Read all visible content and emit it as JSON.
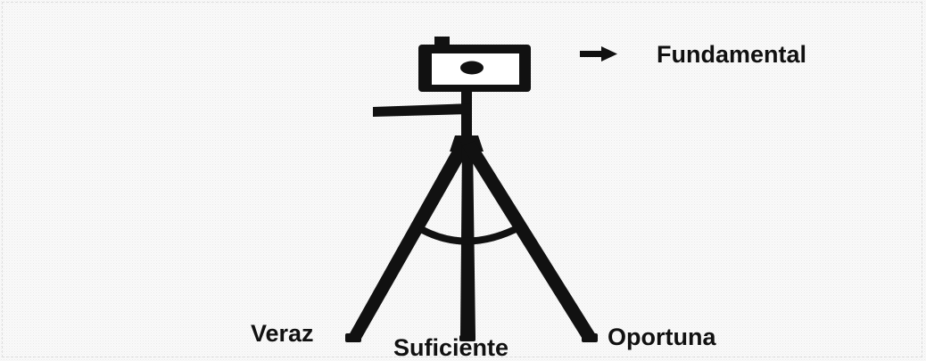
{
  "diagram": {
    "labels": {
      "top": "Fundamental",
      "left_leg": "Veraz",
      "center_leg": "Suficiente",
      "right_leg": "Oportuna"
    }
  },
  "colors": {
    "ink": "#111111",
    "background": "#fbfbfb"
  }
}
